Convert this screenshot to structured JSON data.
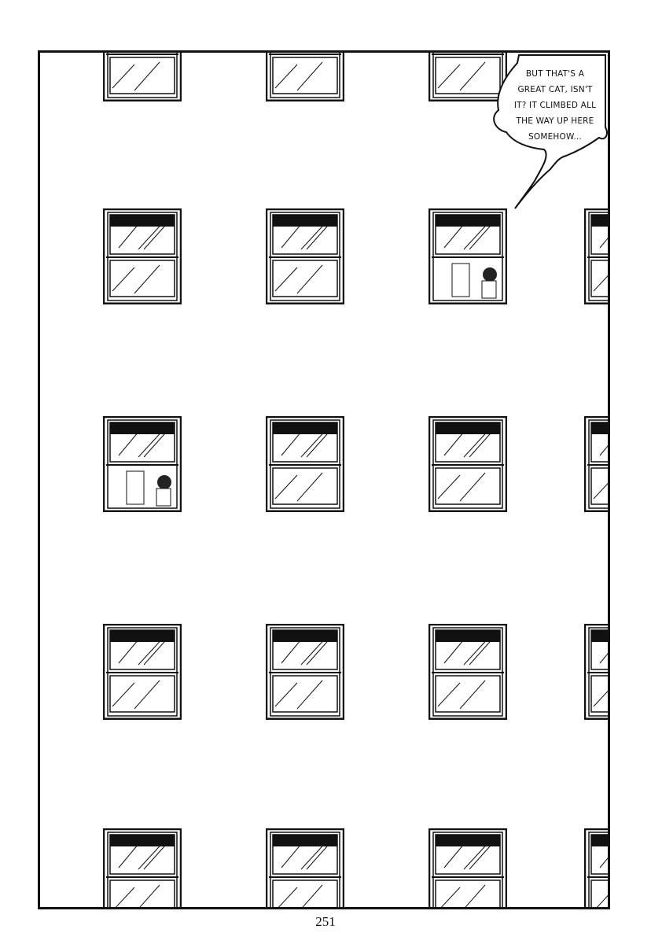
{
  "speech_bubble": {
    "lines": [
      "BUT THAT'S A",
      "GREAT CAT, ISN'T",
      "IT? IT CLIMBED ALL",
      "THE WAY UP HERE",
      "SOMEHOW..."
    ]
  },
  "page_number": "251"
}
